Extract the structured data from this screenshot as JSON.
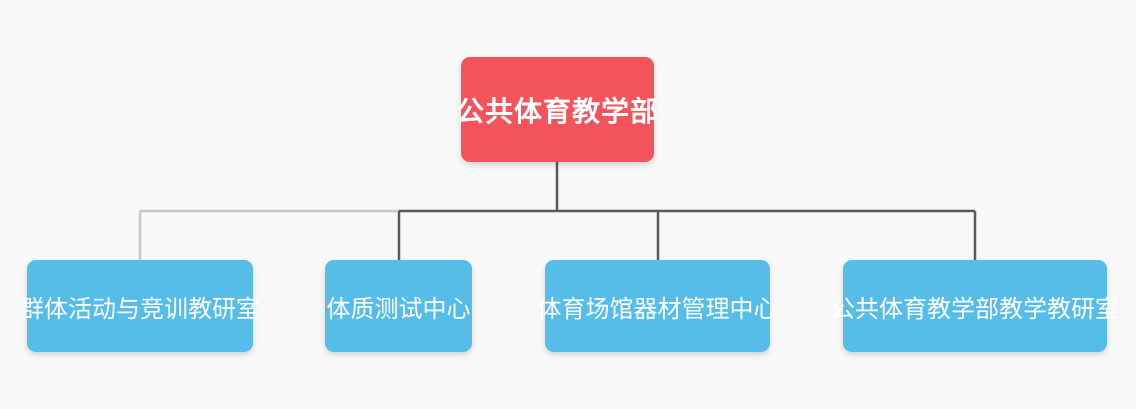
{
  "colors": {
    "background": "#f8f8f8",
    "root_fill": "#f5535c",
    "child_fill": "#55bde8",
    "connector": "#5a5a5a",
    "connector_faded": "#c8c8c8"
  },
  "root": {
    "label": "公共体育教学部"
  },
  "children": [
    {
      "label": "群体活动与竞训教研室"
    },
    {
      "label": "体质测试中心"
    },
    {
      "label": "体育场馆器材管理中心"
    },
    {
      "label": "公共体育教学部教学教研室"
    }
  ]
}
